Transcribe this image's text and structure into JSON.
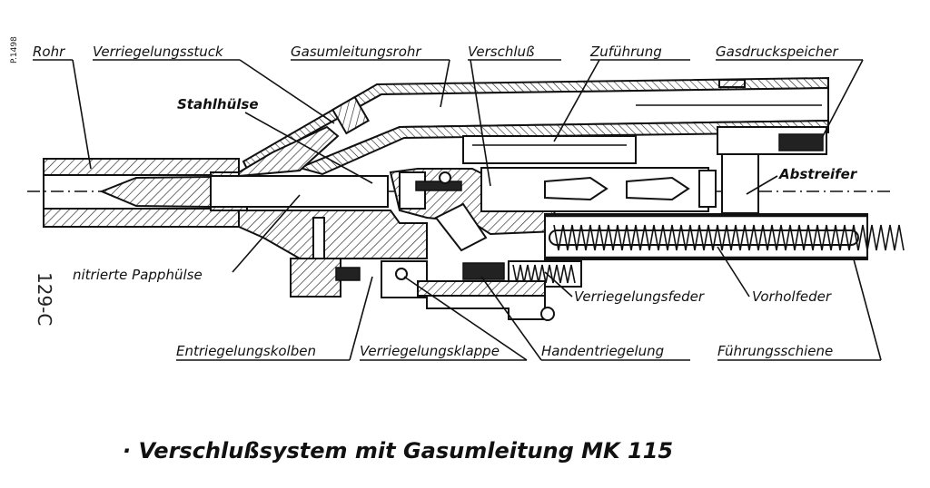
{
  "margin": {
    "ref_number": "P.1498",
    "page_code": "129-C"
  },
  "labels": {
    "rohr": "Rohr",
    "verriegelungsstuck": "Verriegelungsstuck",
    "gasumleitungsrohr": "Gasumleitungsrohr",
    "verschluss": "Verschluß",
    "zufuehrung": "Zuführung",
    "gasdruckspeicher": "Gasdruckspeicher",
    "stahlhuelse": "Stahlhülse",
    "abstreifer": "Abstreifer",
    "nitrierte_papphuelse": "nitrierte Papphülse",
    "verriegelungsfeder": "Verriegelungsfeder",
    "vorholfeder": "Vorholfeder",
    "entriegelungskolben": "Entriegelungskolben",
    "verriegelungsklappe": "Verriegelungsklappe",
    "handentriegelung": "Handentriegelung",
    "fuehrungsschiene": "Führungsschiene"
  },
  "caption": "· Verschlußsystem mit Gasumleitung  MK 115"
}
